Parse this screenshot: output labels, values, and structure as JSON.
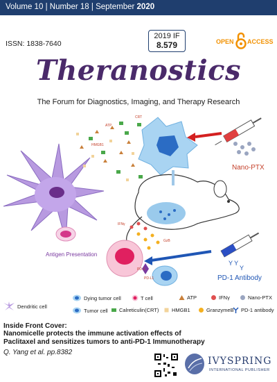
{
  "header": {
    "volume": "Volume 10",
    "number": "Number 18",
    "date_prefix": "September",
    "year": "2020",
    "separator": "|"
  },
  "issn": "ISSN: 1838-7640",
  "impact_factor": {
    "label": "2019 IF",
    "value": "8.579"
  },
  "open_access": {
    "word1": "OPEN",
    "word2": "ACCESS"
  },
  "journal": {
    "title": "Theranostics",
    "subtitle": "The Forum for Diagnostics, Imaging, and Therapy Research"
  },
  "figure_labels": {
    "crt": "CRT",
    "atp": "ATP",
    "hmgb1": "HMGB1",
    "ifny": "IFNγ",
    "gzb": "GzB",
    "pd1": "PD-1",
    "pdl1": "PD-L1",
    "antigen_presentation": "Antigen Presentation",
    "nano_ptx": "Nano-PTX",
    "pd1_antibody": "PD-1 Antibody"
  },
  "legend": {
    "items": [
      {
        "label": "Dendritic cell",
        "icon": "dendritic-cell-icon"
      },
      {
        "label": "Dying tumor cell",
        "icon": "dying-tumor-cell-icon"
      },
      {
        "label": "T cell",
        "icon": "t-cell-icon"
      },
      {
        "label": "ATP",
        "icon": "atp-triangle-icon"
      },
      {
        "label": "IFNγ",
        "icon": "ifny-icon"
      },
      {
        "label": "Nano-PTX",
        "icon": "nano-ptx-icon"
      },
      {
        "label": "Tumor cell",
        "icon": "tumor-cell-icon"
      },
      {
        "label": "Calreticulin(CRT)",
        "icon": "crt-icon"
      },
      {
        "label": "HMGB1",
        "icon": "hmgb1-icon"
      },
      {
        "label": "GranzymeB",
        "icon": "granzyme-icon"
      },
      {
        "label": "PD-1 antibody",
        "icon": "antibody-icon"
      }
    ]
  },
  "cover": {
    "heading": "Inside Front Cover:",
    "text": "Nanomicelle protects the immune activation effects of Paclitaxel and sensitizes tumors to anti-PD-1 Immunotherapy",
    "authors": "Q. Yang et al. pp.8382"
  },
  "publisher": {
    "name": "IVYSPRING",
    "tagline": "INTERNATIONAL PUBLISHER",
    "logo_text": "ivyspring"
  },
  "colors": {
    "header_bg": "#1f3e6e",
    "title": "#4a2a6a",
    "open_access": "#f29100",
    "nano_ptx_label": "#c4402a",
    "antibody_label": "#1f56b5"
  }
}
